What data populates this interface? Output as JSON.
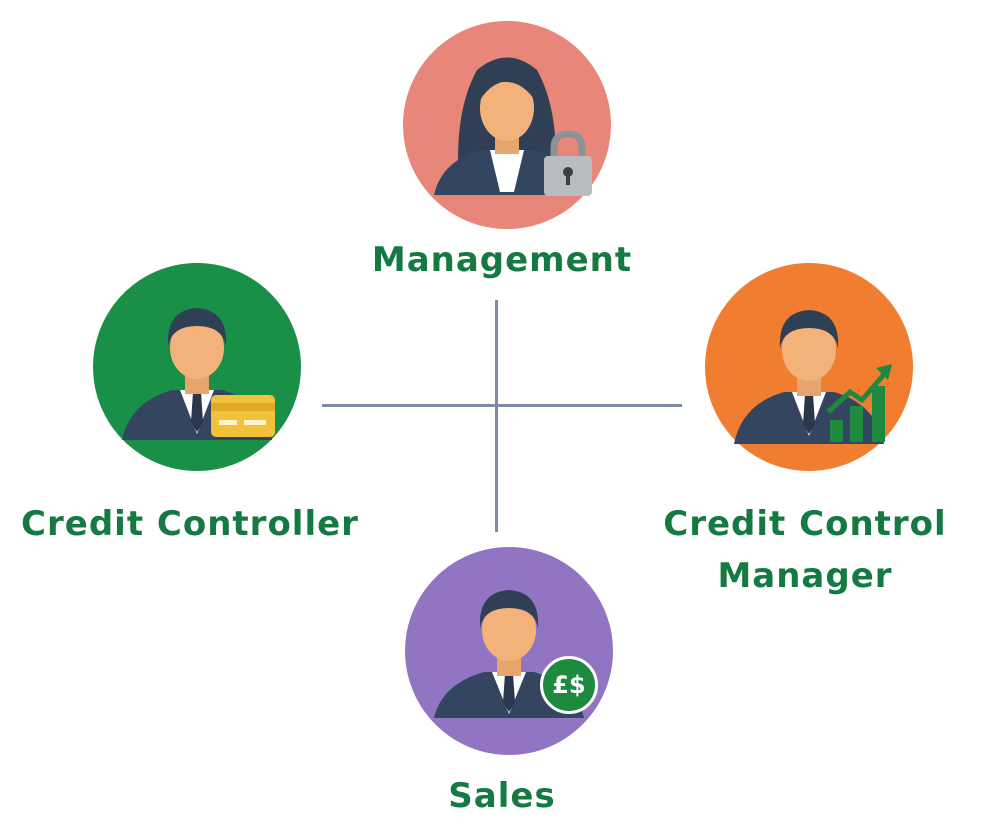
{
  "roles": {
    "management": {
      "label": "Management",
      "color": "#e8867a",
      "icon": "padlock-icon"
    },
    "credit_controller": {
      "label": "Credit Controller",
      "color": "#1a8f48",
      "icon": "credit-card-icon"
    },
    "credit_control_manager": {
      "label": "Credit Control\nManager",
      "color": "#f07d30",
      "icon": "growth-chart-icon"
    },
    "sales": {
      "label": "Sales",
      "color": "#9275c2",
      "icon": "currency-badge-icon",
      "badge_text": "£$"
    }
  },
  "colors": {
    "label": "#147a42",
    "connector": "#7d8aa0"
  }
}
